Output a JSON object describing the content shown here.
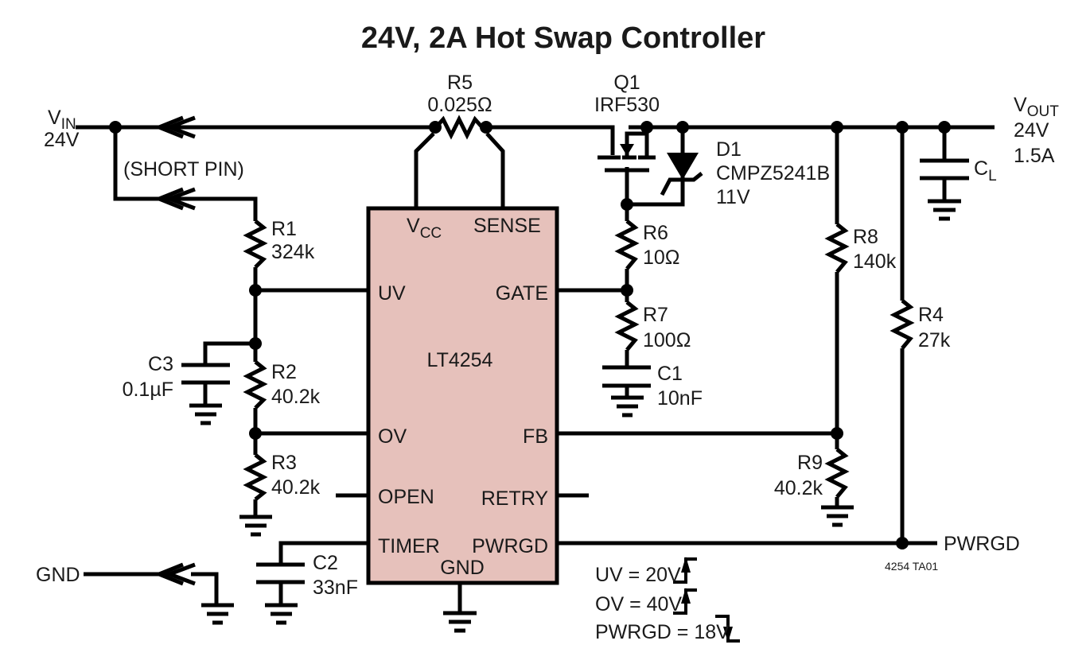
{
  "title": "24V, 2A Hot Swap Controller",
  "figure_id": "4254 TA01",
  "colors": {
    "ic_fill": "#e6c1bb",
    "wire": "#000000",
    "text": "#1a1a1a"
  },
  "input": {
    "label_main": "V",
    "label_sub": "IN",
    "voltage": "24V",
    "short_pin_note": "(SHORT PIN)"
  },
  "output": {
    "label_main": "V",
    "label_sub": "OUT",
    "voltage": "24V",
    "current": "1.5A"
  },
  "gnd_label": "GND",
  "pwrgd_label": "PWRGD",
  "ic": {
    "part": "LT4254",
    "pins": {
      "vcc_main": "V",
      "vcc_sub": "CC",
      "sense": "SENSE",
      "uv": "UV",
      "gate": "GATE",
      "ov": "OV",
      "fb": "FB",
      "open": "OPEN",
      "retry": "RETRY",
      "timer": "TIMER",
      "pwrgd": "PWRGD",
      "gnd": "GND"
    }
  },
  "components": {
    "r1": {
      "ref": "R1",
      "value": "324k"
    },
    "r2": {
      "ref": "R2",
      "value": "40.2k"
    },
    "r3": {
      "ref": "R3",
      "value": "40.2k"
    },
    "r4": {
      "ref": "R4",
      "value": "27k"
    },
    "r5": {
      "ref": "R5",
      "value": "0.025Ω"
    },
    "r6": {
      "ref": "R6",
      "value": "10Ω"
    },
    "r7": {
      "ref": "R7",
      "value": "100Ω"
    },
    "r8": {
      "ref": "R8",
      "value": "140k"
    },
    "r9": {
      "ref": "R9",
      "value": "40.2k"
    },
    "c1": {
      "ref": "C1",
      "value": "10nF"
    },
    "c2": {
      "ref": "C2",
      "value": "33nF"
    },
    "c3": {
      "ref": "C3",
      "value": "0.1µF"
    },
    "cl": {
      "ref_main": "C",
      "ref_sub": "L"
    },
    "q1": {
      "ref": "Q1",
      "value": "IRF530"
    },
    "d1": {
      "ref": "D1",
      "value": "CMPZ5241B",
      "voltage": "11V"
    }
  },
  "thresholds": [
    {
      "text": "UV = 20V",
      "direction": "rising"
    },
    {
      "text": "OV = 40V",
      "direction": "rising"
    },
    {
      "text": "PWRGD = 18V",
      "direction": "falling"
    }
  ]
}
